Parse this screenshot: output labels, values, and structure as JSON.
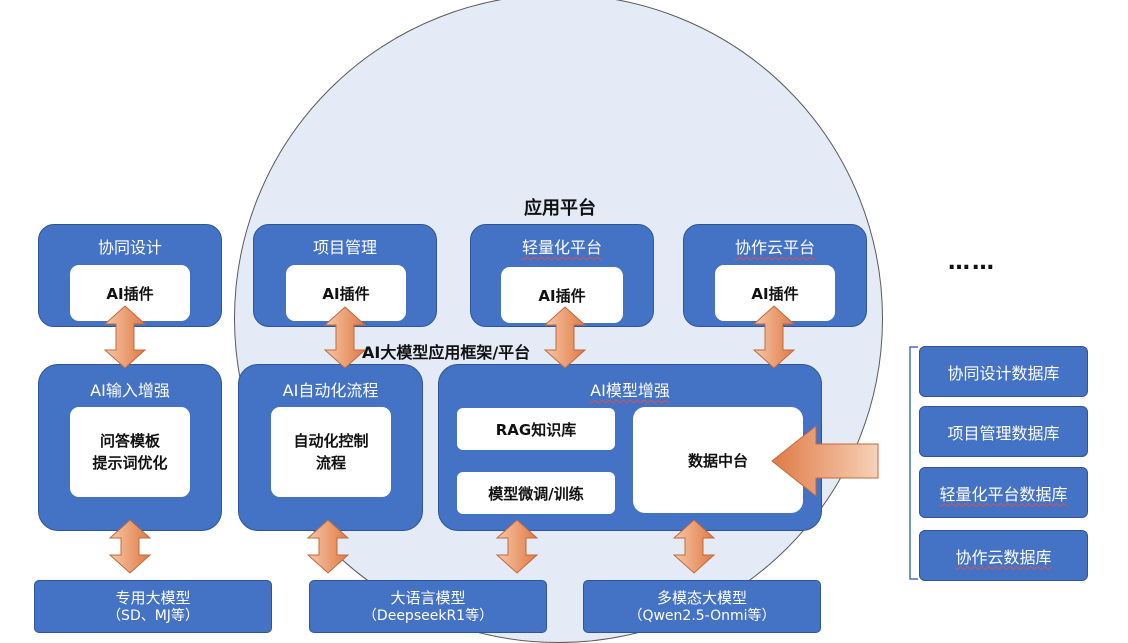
{
  "platform_label": "应用平台",
  "framework_label": "AI大模型应用框架/平台",
  "ellipsis": "……",
  "apps": [
    {
      "title": "协同设计",
      "plugin": "AI插件"
    },
    {
      "title": "项目管理",
      "plugin": "AI插件"
    },
    {
      "title": "轻量化平台",
      "plugin": "AI插件"
    },
    {
      "title": "协作云平台",
      "plugin": "AI插件"
    }
  ],
  "input_enhance": {
    "title": "AI输入增强",
    "content_line1": "问答模板",
    "content_line2": "提示词优化"
  },
  "automation": {
    "title": "AI自动化流程",
    "content_line1": "自动化控制",
    "content_line2": "流程"
  },
  "model_enhance": {
    "title": "AI模型增强",
    "rag": "RAG知识库",
    "finetune": "模型微调/训练",
    "data_center": "数据中台"
  },
  "models": [
    {
      "name": "专用大模型",
      "detail": "（SD、MJ等）"
    },
    {
      "name": "大语言模型",
      "detail": "（DeepseekR1等）"
    },
    {
      "name": "多模态大模型",
      "detail": "（Qwen2.5-Onmi等）"
    }
  ],
  "databases": [
    "协同设计数据库",
    "项目管理数据库",
    "轻量化平台数据库",
    "协作云数据库"
  ],
  "colors": {
    "box_blue": "#4472c4",
    "circle_fill": "#e4ebf7",
    "arrow_orange": "#e9865a"
  }
}
